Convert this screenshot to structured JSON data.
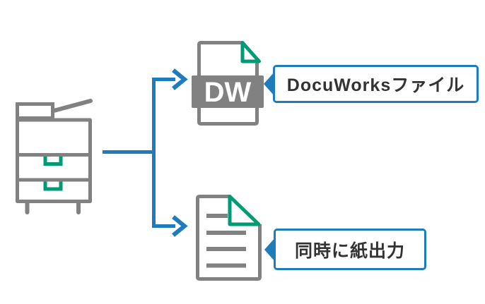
{
  "colors": {
    "c-gray": "#818181",
    "c-green": "#009a73",
    "c-blue": "#1e7cbd",
    "c-text": "#333333",
    "c-bg": "#ffffff"
  },
  "flow": {
    "source": {
      "icon": "multifunction-printer-icon"
    },
    "outputs": [
      {
        "icon": "docuworks-file-icon",
        "badge": "DW",
        "label": "DocuWorksファイル"
      },
      {
        "icon": "printed-document-icon",
        "label": "同時に紙出力"
      }
    ]
  }
}
